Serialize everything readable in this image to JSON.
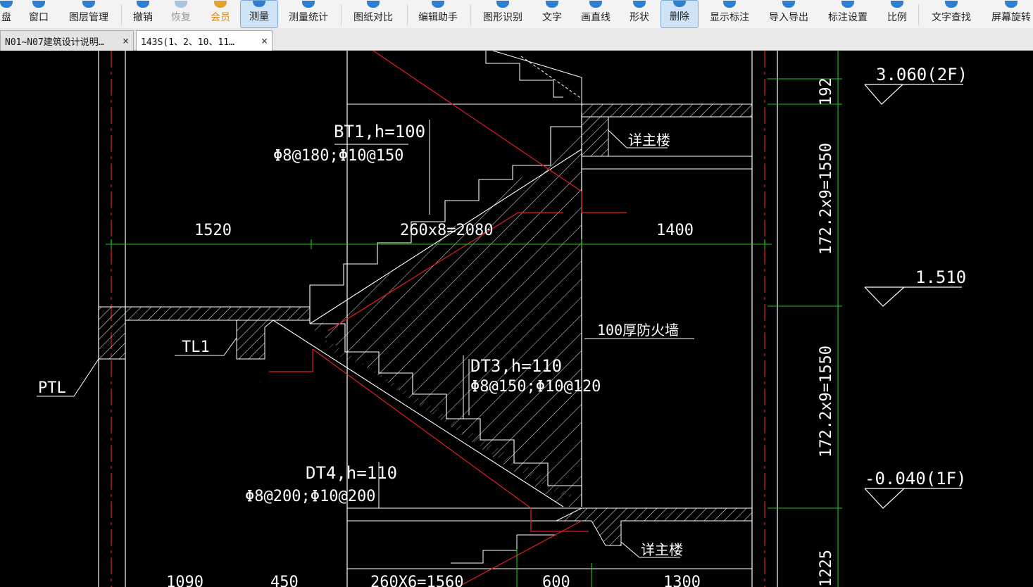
{
  "toolbar": {
    "items": [
      {
        "label": "盘"
      },
      {
        "label": "窗口"
      },
      {
        "label": "图层管理"
      },
      {
        "label": "撤销"
      },
      {
        "label": "恢复"
      },
      {
        "label": "会员"
      },
      {
        "label": "测量"
      },
      {
        "label": "测量统计"
      },
      {
        "label": "图纸对比"
      },
      {
        "label": "编辑助手"
      },
      {
        "label": "图形识别"
      },
      {
        "label": "文字"
      },
      {
        "label": "画直线"
      },
      {
        "label": "形状"
      },
      {
        "label": "删除"
      },
      {
        "label": "显示标注"
      },
      {
        "label": "导入导出"
      },
      {
        "label": "标注设置"
      },
      {
        "label": "比例"
      },
      {
        "label": "文字查找"
      },
      {
        "label": "屏幕旋转"
      }
    ]
  },
  "tabs": [
    {
      "label": "N01~N07建筑设计说明…",
      "close": "×"
    },
    {
      "label": "143S(1、2、10、11…",
      "close": "×"
    }
  ],
  "drawing": {
    "bt1_title": "BT1,h=100",
    "bt1_rebar": "Φ8@180;Φ10@150",
    "dt3_title": "DT3,h=110",
    "dt3_rebar": "Φ8@150;Φ10@120",
    "dt4_title": "DT4,h=110",
    "dt4_rebar": "Φ8@200;Φ10@200",
    "dim_1520": "1520",
    "dim_260x8": "260x8=2080",
    "dim_1400": "1400",
    "dim_1090": "1090",
    "dim_450": "450",
    "dim_260x6": "260X6=1560",
    "dim_600": "600",
    "dim_1300": "1300",
    "dim_192": "192",
    "dim_172_upper": "172.2x9=1550",
    "dim_172_lower": "172.2x9=1550",
    "dim_1225": "1225",
    "level_2f": "3.060(2F)",
    "level_mid": "1.510",
    "level_1f": "-0.040(1F)",
    "label_ptl": "PTL",
    "label_tl1": "TL1",
    "label_xiangzhulou_top": "详主楼",
    "label_xiangzhulou_bottom": "详主楼",
    "label_firewall": "100厚防火墙"
  }
}
